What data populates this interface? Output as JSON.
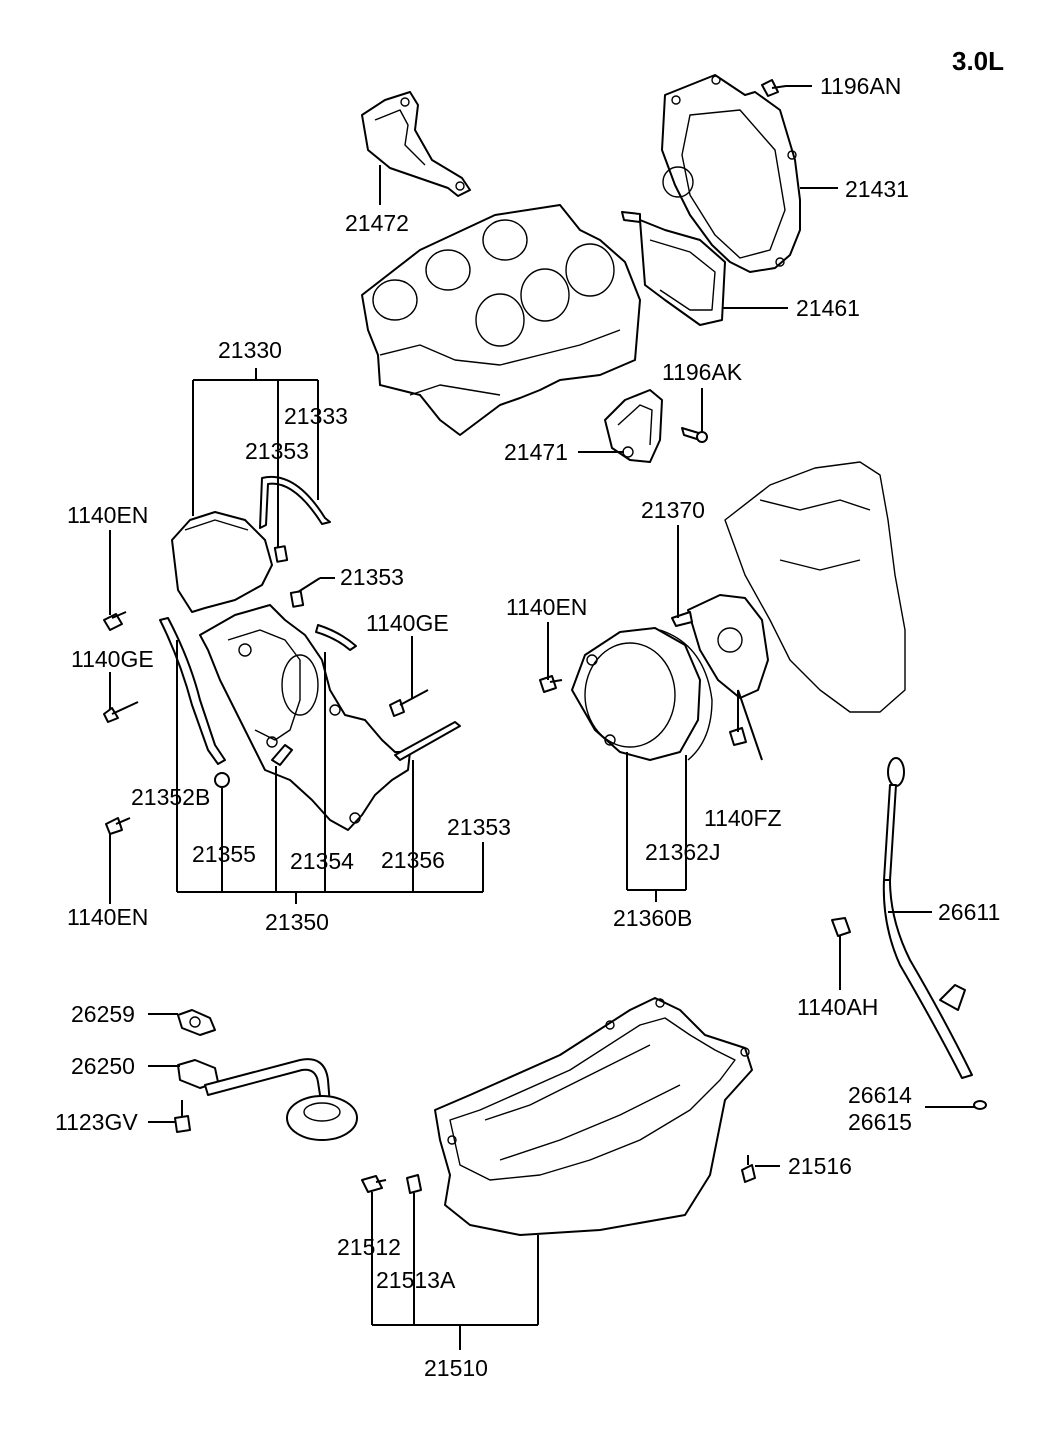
{
  "title": "3.0L",
  "labels": {
    "l1196AN": "1196AN",
    "l21431": "21431",
    "l21472": "21472",
    "l21461": "21461",
    "l21330": "21330",
    "l21333": "21333",
    "l21353a": "21353",
    "l21353b": "21353",
    "l21353c": "21353",
    "l1196AK": "1196AK",
    "l21471": "21471",
    "l1140EN_a": "1140EN",
    "l1140EN_b": "1140EN",
    "l1140EN_c": "1140EN",
    "l1140GE_a": "1140GE",
    "l1140GE_b": "1140GE",
    "l21370": "21370",
    "l21352B": "21352B",
    "l21355": "21355",
    "l21354": "21354",
    "l21356": "21356",
    "l21350": "21350",
    "l1140FZ": "1140FZ",
    "l21362J": "21362J",
    "l21360B": "21360B",
    "l26611": "26611",
    "l1140AH": "1140AH",
    "l26259": "26259",
    "l26250": "26250",
    "l1123GV": "1123GV",
    "l26614": "26614",
    "l26615": "26615",
    "l21516": "21516",
    "l21512": "21512",
    "l21513A": "21513A",
    "l21510": "21510"
  }
}
